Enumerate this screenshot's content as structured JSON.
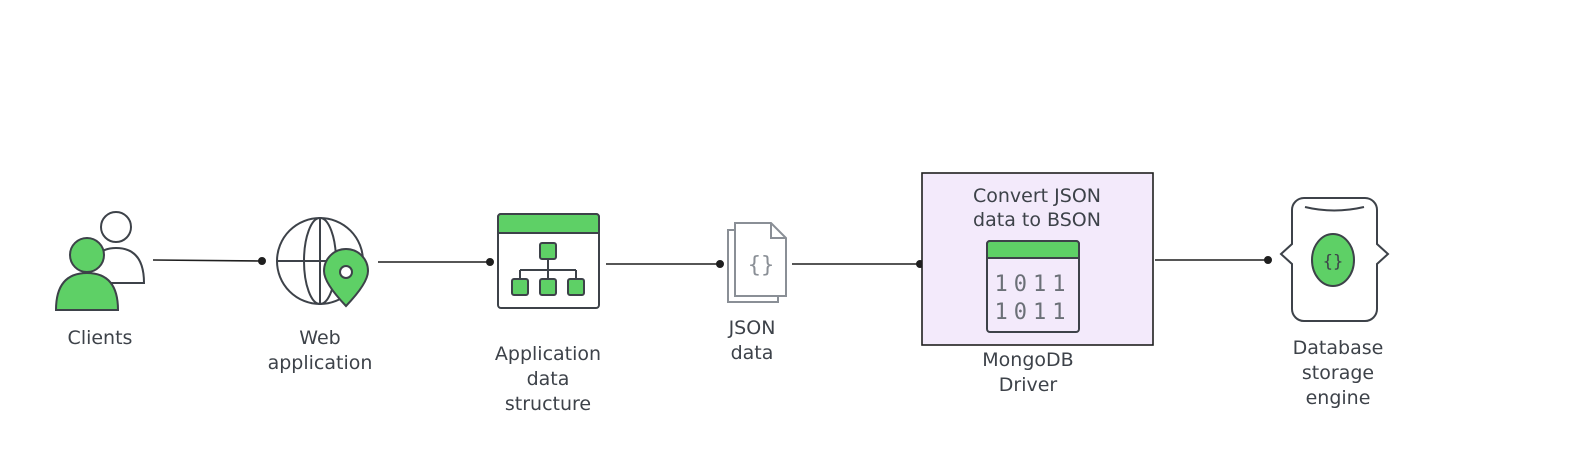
{
  "diagram": {
    "nodes": [
      {
        "id": "clients",
        "label": "Clients",
        "icon": "users-icon"
      },
      {
        "id": "web",
        "label": "Web\napplication",
        "icon": "globe-location-icon"
      },
      {
        "id": "appdata",
        "label": "Application\ndata\nstructure",
        "icon": "hierarchy-window-icon"
      },
      {
        "id": "json",
        "label": "JSON\ndata",
        "icon": "json-document-icon"
      },
      {
        "id": "driver",
        "label": "MongoDB\nDriver",
        "icon": "binary-window-icon",
        "box_text": "Convert JSON\ndata to BSON"
      },
      {
        "id": "storage",
        "label": "Database\nstorage\nengine",
        "icon": "database-braces-icon"
      }
    ],
    "edges": [
      {
        "from": "clients",
        "to": "web"
      },
      {
        "from": "web",
        "to": "appdata"
      },
      {
        "from": "appdata",
        "to": "json"
      },
      {
        "from": "json",
        "to": "driver"
      },
      {
        "from": "driver",
        "to": "storage"
      }
    ],
    "binary_rows": [
      "1011",
      "1011"
    ],
    "json_glyph": "{}",
    "colors": {
      "accent_green": "#5ed066",
      "outline": "#3d4249",
      "driver_fill": "#f3eafb",
      "line": "#1f1f1f"
    }
  }
}
